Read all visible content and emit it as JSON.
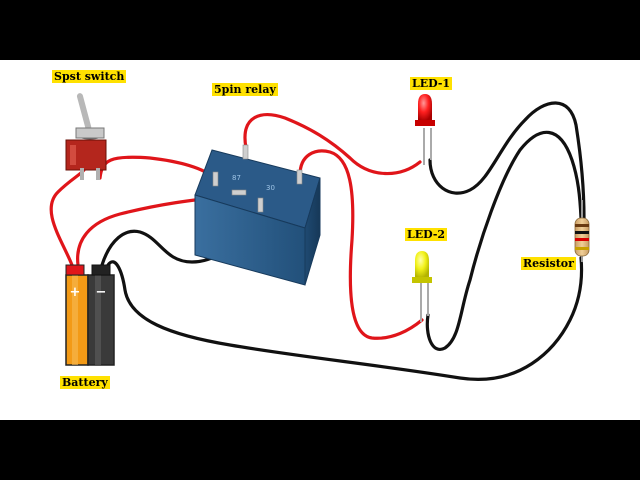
{
  "labels": {
    "switch": "Spst switch",
    "relay": "5pin relay",
    "led1": "LED-1",
    "led2": "LED-2",
    "resistor": "Resistor",
    "battery": "Battery"
  },
  "battery": {
    "plus": "+",
    "minus": "−"
  },
  "colors": {
    "red_wire": "#e0151a",
    "black_wire": "#111111",
    "label_bg": "#ffe100",
    "relay_body": "#2e5f8e",
    "led1": "#e81616",
    "led2": "#e6e600",
    "battery_orange": "#f39a16",
    "battery_black": "#3a3a3a"
  }
}
